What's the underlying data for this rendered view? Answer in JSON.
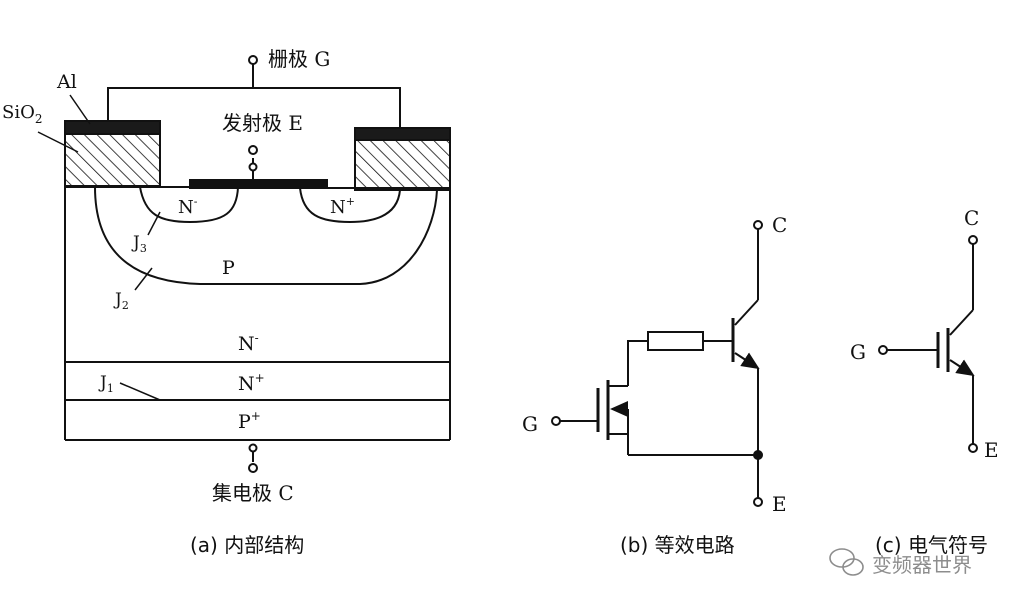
{
  "structure": {
    "gate_label": "栅极 G",
    "emitter_label": "发射极 E",
    "collector_label": "集电极 C",
    "al_label": "Al",
    "sio2_label_main": "SiO",
    "sio2_label_sub": "2",
    "n_left_main": "N",
    "n_left_sup": "-",
    "n_right_main": "N",
    "n_right_sup": "+",
    "p_region": "P",
    "j3_main": "J",
    "j3_sub": "3",
    "j2_main": "J",
    "j2_sub": "2",
    "j1_main": "J",
    "j1_sub": "1",
    "n_drift_main": "N",
    "n_drift_sup": "-",
    "n_buffer_main": "N",
    "n_buffer_sup": "+",
    "p_sub_main": "P",
    "p_sub_sup": "+",
    "caption": "(a) 内部结构"
  },
  "equivalent": {
    "c_label": "C",
    "g_label": "G",
    "e_label": "E",
    "caption": "(b) 等效电路"
  },
  "symbol": {
    "c_label": "C",
    "g_label": "G",
    "e_label": "E",
    "caption": "(c) 电气符号"
  },
  "watermark": {
    "text": "变频器世界",
    "icon": "wechat-icon"
  },
  "colors": {
    "line": "#111111",
    "background": "#ffffff",
    "watermark": "#7a7a7a"
  }
}
